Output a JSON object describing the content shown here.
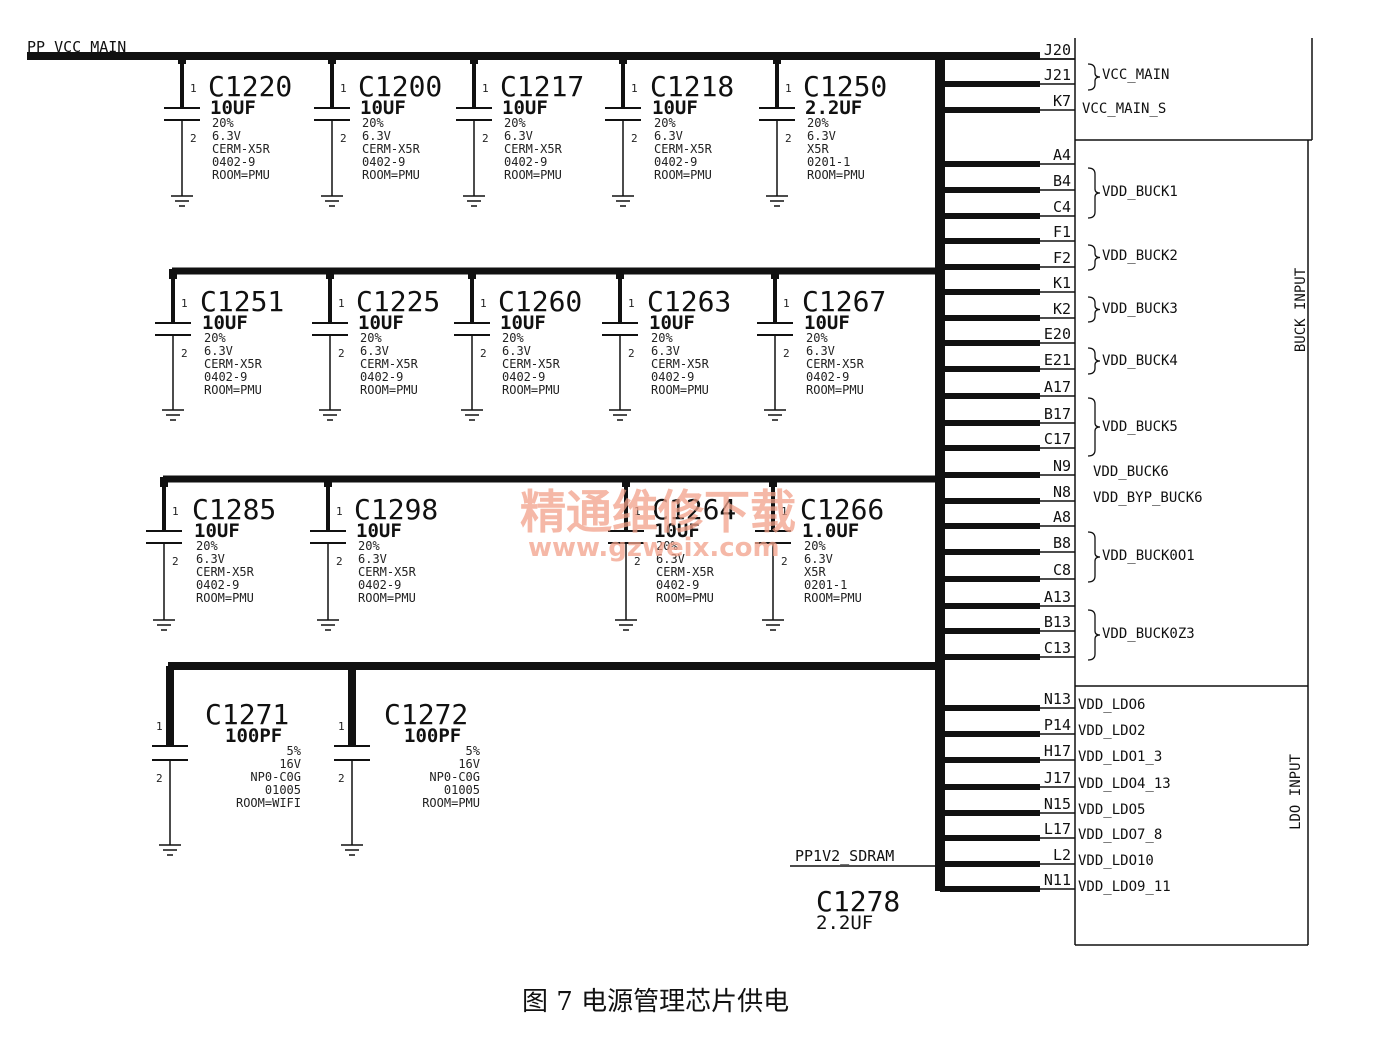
{
  "net_top": "PP_VCC_MAIN",
  "net_sdram": "PP1V2_SDRAM",
  "caption": "图 7   电源管理芯片供电",
  "watermark": {
    "cn": "精通维修下载",
    "url": "www.gzweix.com"
  },
  "rows": [
    [
      {
        "ref": "C1220",
        "value": "10UF",
        "specs": [
          "20%",
          "6.3V",
          "CERM-X5R",
          "0402-9",
          "ROOM=PMU"
        ]
      },
      {
        "ref": "C1200",
        "value": "10UF",
        "specs": [
          "20%",
          "6.3V",
          "CERM-X5R",
          "0402-9",
          "ROOM=PMU"
        ]
      },
      {
        "ref": "C1217",
        "value": "10UF",
        "specs": [
          "20%",
          "6.3V",
          "CERM-X5R",
          "0402-9",
          "ROOM=PMU"
        ]
      },
      {
        "ref": "C1218",
        "value": "10UF",
        "specs": [
          "20%",
          "6.3V",
          "CERM-X5R",
          "0402-9",
          "ROOM=PMU"
        ]
      },
      {
        "ref": "C1250",
        "value": "2.2UF",
        "specs": [
          "20%",
          "6.3V",
          "X5R",
          "0201-1",
          "ROOM=PMU"
        ]
      }
    ],
    [
      {
        "ref": "C1251",
        "value": "10UF",
        "specs": [
          "20%",
          "6.3V",
          "CERM-X5R",
          "0402-9",
          "ROOM=PMU"
        ]
      },
      {
        "ref": "C1225",
        "value": "10UF",
        "specs": [
          "20%",
          "6.3V",
          "CERM-X5R",
          "0402-9",
          "ROOM=PMU"
        ]
      },
      {
        "ref": "C1260",
        "value": "10UF",
        "specs": [
          "20%",
          "6.3V",
          "CERM-X5R",
          "0402-9",
          "ROOM=PMU"
        ]
      },
      {
        "ref": "C1263",
        "value": "10UF",
        "specs": [
          "20%",
          "6.3V",
          "CERM-X5R",
          "0402-9",
          "ROOM=PMU"
        ]
      },
      {
        "ref": "C1267",
        "value": "10UF",
        "specs": [
          "20%",
          "6.3V",
          "CERM-X5R",
          "0402-9",
          "ROOM=PMU"
        ]
      }
    ],
    [
      {
        "ref": "C1285",
        "value": "10UF",
        "specs": [
          "20%",
          "6.3V",
          "CERM-X5R",
          "0402-9",
          "ROOM=PMU"
        ]
      },
      {
        "ref": "C1298",
        "value": "10UF",
        "specs": [
          "20%",
          "6.3V",
          "CERM-X5R",
          "0402-9",
          "ROOM=PMU"
        ]
      },
      {
        "ref": "C1264",
        "value": "10UF",
        "specs": [
          "20%",
          "6.3V",
          "CERM-X5R",
          "0402-9",
          "ROOM=PMU"
        ]
      },
      {
        "ref": "C1266",
        "value": "1.0UF",
        "specs": [
          "20%",
          "6.3V",
          "X5R",
          "0201-1",
          "ROOM=PMU"
        ]
      }
    ],
    [
      {
        "ref": "C1271",
        "value": "100PF",
        "specs": [
          "5%",
          "16V",
          "NP0-C0G",
          "01005",
          "ROOM=WIFI"
        ]
      },
      {
        "ref": "C1272",
        "value": "100PF",
        "specs": [
          "5%",
          "16V",
          "NP0-C0G",
          "01005",
          "ROOM=PMU"
        ]
      }
    ]
  ],
  "c1278": {
    "ref": "C1278",
    "value": "2.2UF"
  },
  "pins": [
    "J20",
    "J21",
    "K7",
    "A4",
    "B4",
    "C4",
    "F1",
    "F2",
    "K1",
    "K2",
    "E20",
    "E21",
    "A17",
    "B17",
    "C17",
    "N9",
    "N8",
    "A8",
    "B8",
    "C8",
    "A13",
    "B13",
    "C13",
    "N13",
    "P14",
    "H17",
    "J17",
    "N15",
    "L17",
    "L2",
    "N11"
  ],
  "groups": [
    {
      "label": "VCC_MAIN"
    },
    {
      "label": "VCC_MAIN_S"
    },
    {
      "label": "VDD_BUCK1"
    },
    {
      "label": "VDD_BUCK2"
    },
    {
      "label": "VDD_BUCK3"
    },
    {
      "label": "VDD_BUCK4"
    },
    {
      "label": "VDD_BUCK5"
    },
    {
      "label": "VDD_BUCK6"
    },
    {
      "label": "VDD_BYP_BUCK6"
    },
    {
      "label": "VDD_BUCK0O1"
    },
    {
      "label": "VDD_BUCK0Z3"
    },
    {
      "label": "VDD_LDO6"
    },
    {
      "label": "VDD_LDO2"
    },
    {
      "label": "VDD_LDO1_3"
    },
    {
      "label": "VDD_LDO4_13"
    },
    {
      "label": "VDD_LDO5"
    },
    {
      "label": "VDD_LDO7_8"
    },
    {
      "label": "VDD_LDO10"
    },
    {
      "label": "VDD_LDO9_11"
    }
  ],
  "sections": {
    "buck": "BUCK INPUT",
    "ldo": "LDO INPUT"
  }
}
